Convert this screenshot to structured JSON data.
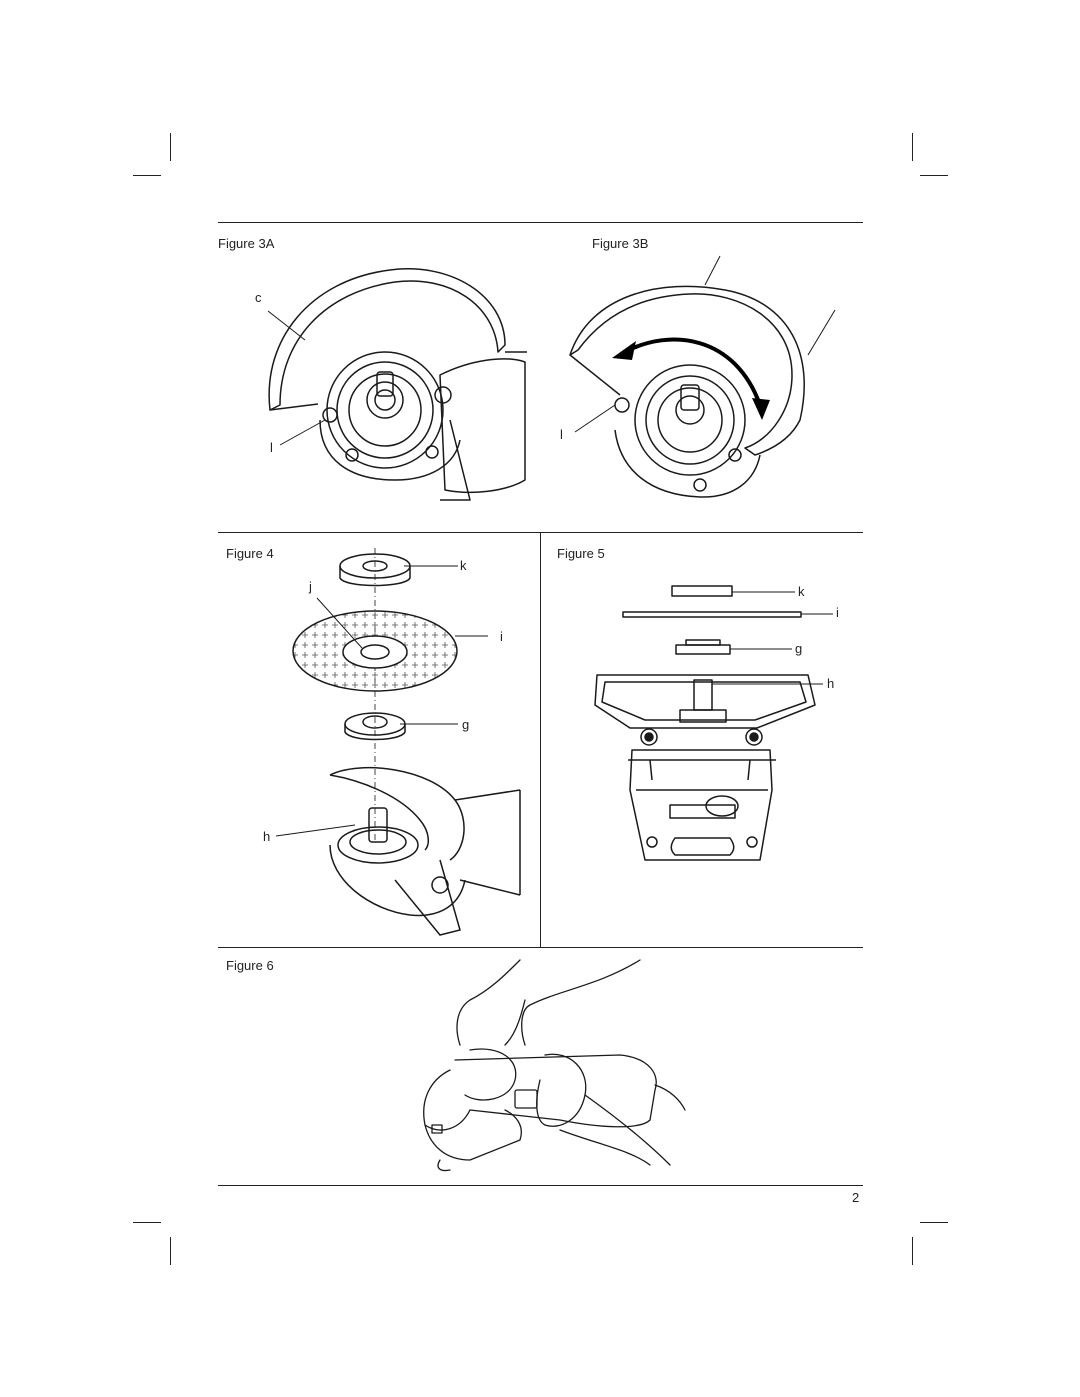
{
  "figures": {
    "fig3a": {
      "title": "Figure 3A",
      "labels": {
        "c": "c",
        "l": "l"
      }
    },
    "fig3b": {
      "title": "Figure 3B",
      "labels": {
        "l": "l"
      }
    },
    "fig4": {
      "title": "Figure 4",
      "labels": {
        "k": "k",
        "j": "j",
        "i": "i",
        "g": "g",
        "h": "h"
      }
    },
    "fig5": {
      "title": "Figure 5",
      "labels": {
        "k": "k",
        "i": "i",
        "g": "g",
        "h": "h"
      }
    },
    "fig6": {
      "title": "Figure 6"
    }
  },
  "page_number": "2"
}
